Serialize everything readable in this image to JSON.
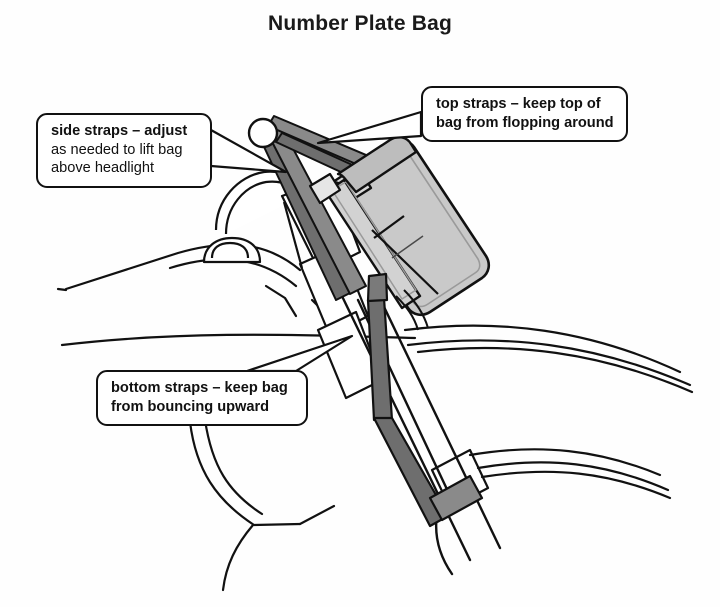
{
  "page": {
    "title": "Number Plate Bag",
    "background_color": "#fefefe",
    "ink_color": "#111111"
  },
  "illustration": {
    "subject": "motorcycle front number plate bracket with a rectangular bag strapped to it",
    "style": "black line-art drawing with flat grey fills",
    "colors": {
      "outline": "#111111",
      "bag_face": "#c9c9c9",
      "bag_side_panel": "#d5d5d5",
      "bag_top_panel": "#bcbcbc",
      "strap": "#6e6e6e",
      "strap_light": "#8a8a8a",
      "knob": "#ffffff"
    },
    "parts": [
      "number-plate-bracket",
      "bag",
      "top-straps",
      "side-straps",
      "bottom-strap",
      "headlight-housing",
      "front-fender",
      "front-fork",
      "front-wheel"
    ]
  },
  "callouts": [
    {
      "id": "side-straps",
      "lines": [
        {
          "text": "side straps – adjust",
          "bold": true
        },
        {
          "text": "as needed to lift bag",
          "bold": false
        },
        {
          "text": "above headlight",
          "bold": false
        }
      ]
    },
    {
      "id": "top-straps",
      "lines": [
        {
          "text": "top straps – keep top of",
          "bold": true
        },
        {
          "text": "bag from flopping around",
          "bold": true
        }
      ]
    },
    {
      "id": "bottom-straps",
      "lines": [
        {
          "text": "bottom straps – keep bag",
          "bold": true
        },
        {
          "text": "from bouncing upward",
          "bold": true
        }
      ]
    }
  ]
}
